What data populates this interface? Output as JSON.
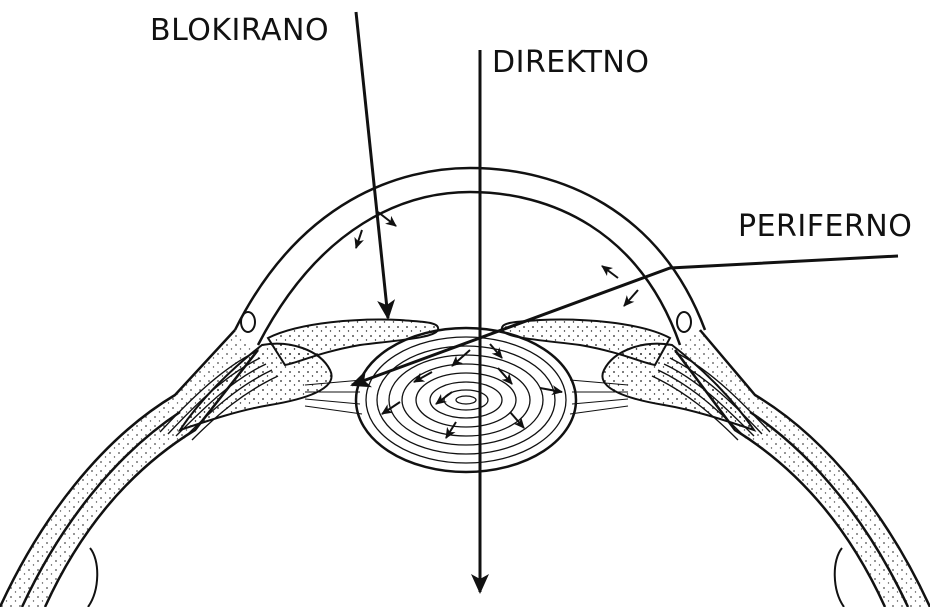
{
  "labels": {
    "blocked": "BLOKIRANO",
    "direct": "DIREKTNO",
    "peripheral": "PERIFERNO"
  },
  "colors": {
    "ink": "#111111",
    "background": "#ffffff"
  }
}
